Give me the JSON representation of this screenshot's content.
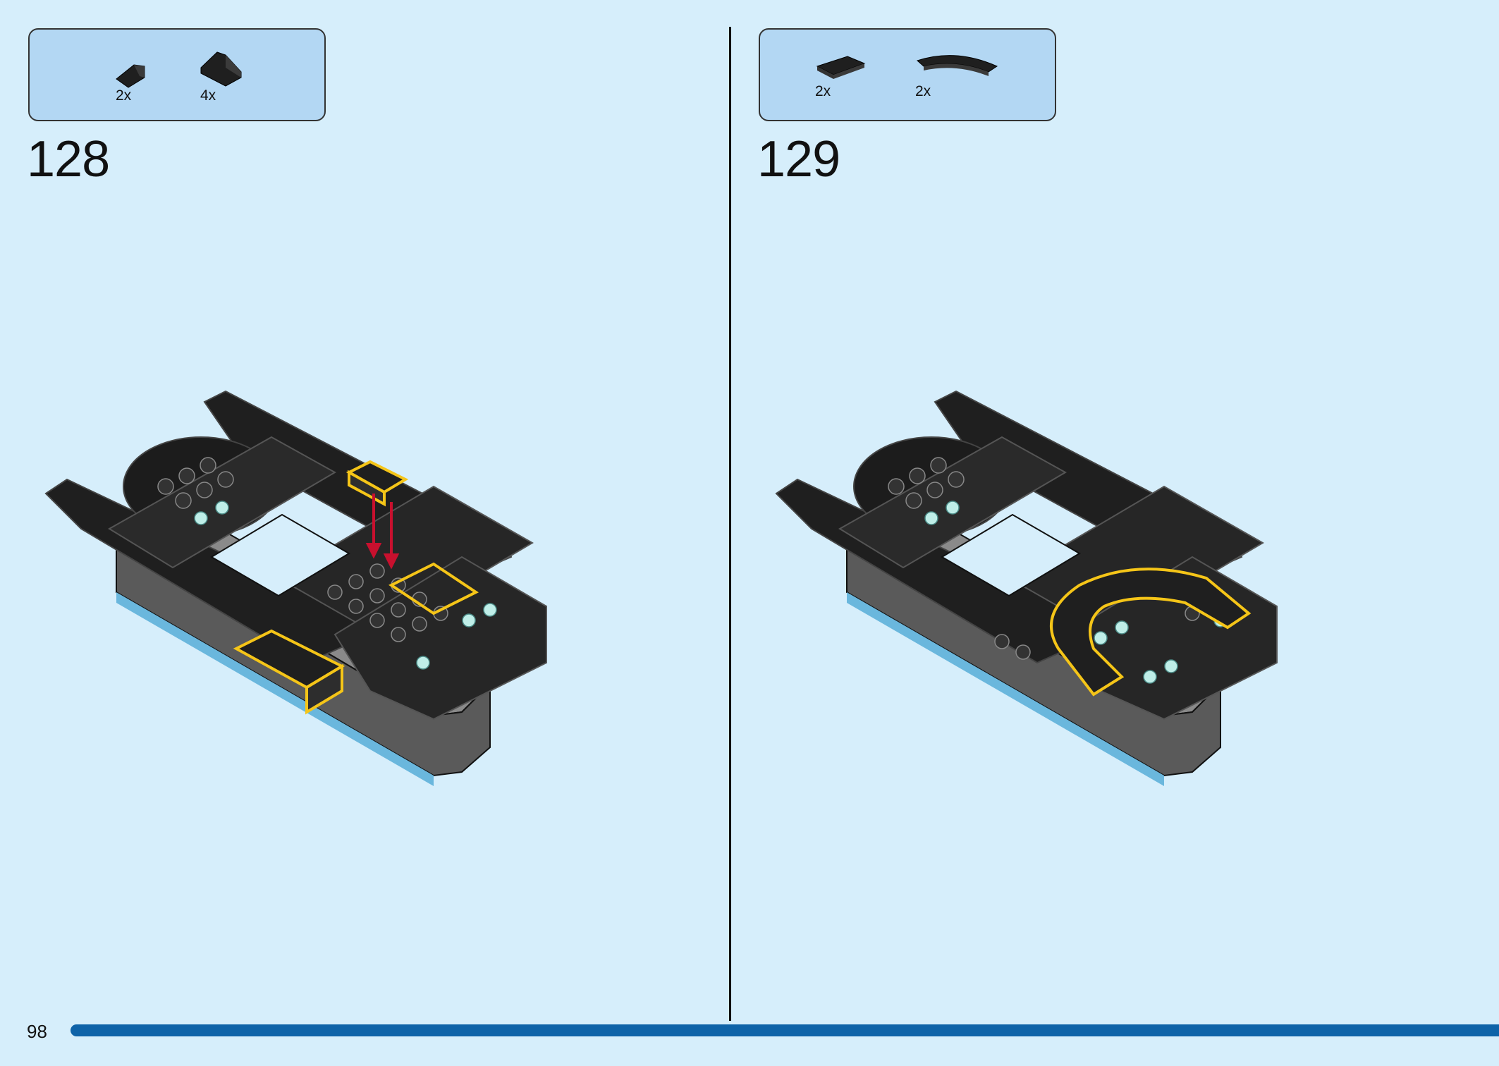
{
  "steps": [
    {
      "number": "128",
      "parts": [
        {
          "icon": "slope-1x1-icon",
          "qty": "2x"
        },
        {
          "icon": "slope-2x2-icon",
          "qty": "4x"
        }
      ]
    },
    {
      "number": "129",
      "parts": [
        {
          "icon": "tile-1x2-icon",
          "qty": "2x"
        },
        {
          "icon": "curved-tile-macaroni-icon",
          "qty": "2x"
        }
      ]
    }
  ],
  "page_number": "98",
  "colors": {
    "background": "#d6eefb",
    "callout": "#b3d7f3",
    "brick_black": "#1f1f1f",
    "highlight": "#f5c518",
    "arrow": "#c8102e",
    "trans_light_blue": "#bfeee8",
    "progress_bar": "#0e63a8"
  }
}
